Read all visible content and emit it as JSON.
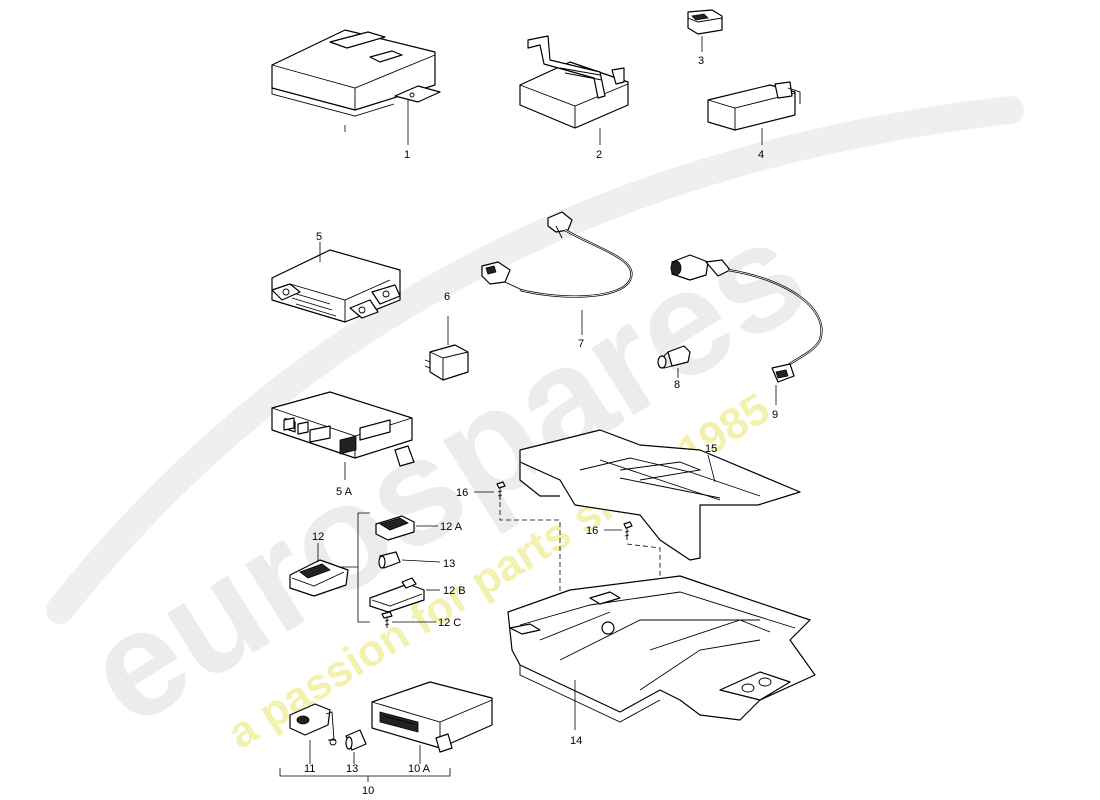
{
  "watermark": {
    "logo": "eurospares",
    "tagline": "a passion for parts since 1985"
  },
  "callouts": {
    "c1": "1",
    "c2": "2",
    "c3": "3",
    "c4": "4",
    "c5": "5",
    "c5a": "5 A",
    "c6": "6",
    "c7": "7",
    "c8": "8",
    "c9": "9",
    "c10": "10",
    "c10a": "10 A",
    "c11": "11",
    "c12": "12",
    "c12a": "12 A",
    "c12b": "12 B",
    "c12c": "12 C",
    "c13a": "13",
    "c13b": "13",
    "c14": "14",
    "c15": "15",
    "c16a": "16",
    "c16b": "16"
  },
  "colors": {
    "ink": "#000000",
    "watermark_gray": "#e6e6e6",
    "watermark_yellow": "#f4f1b0"
  }
}
